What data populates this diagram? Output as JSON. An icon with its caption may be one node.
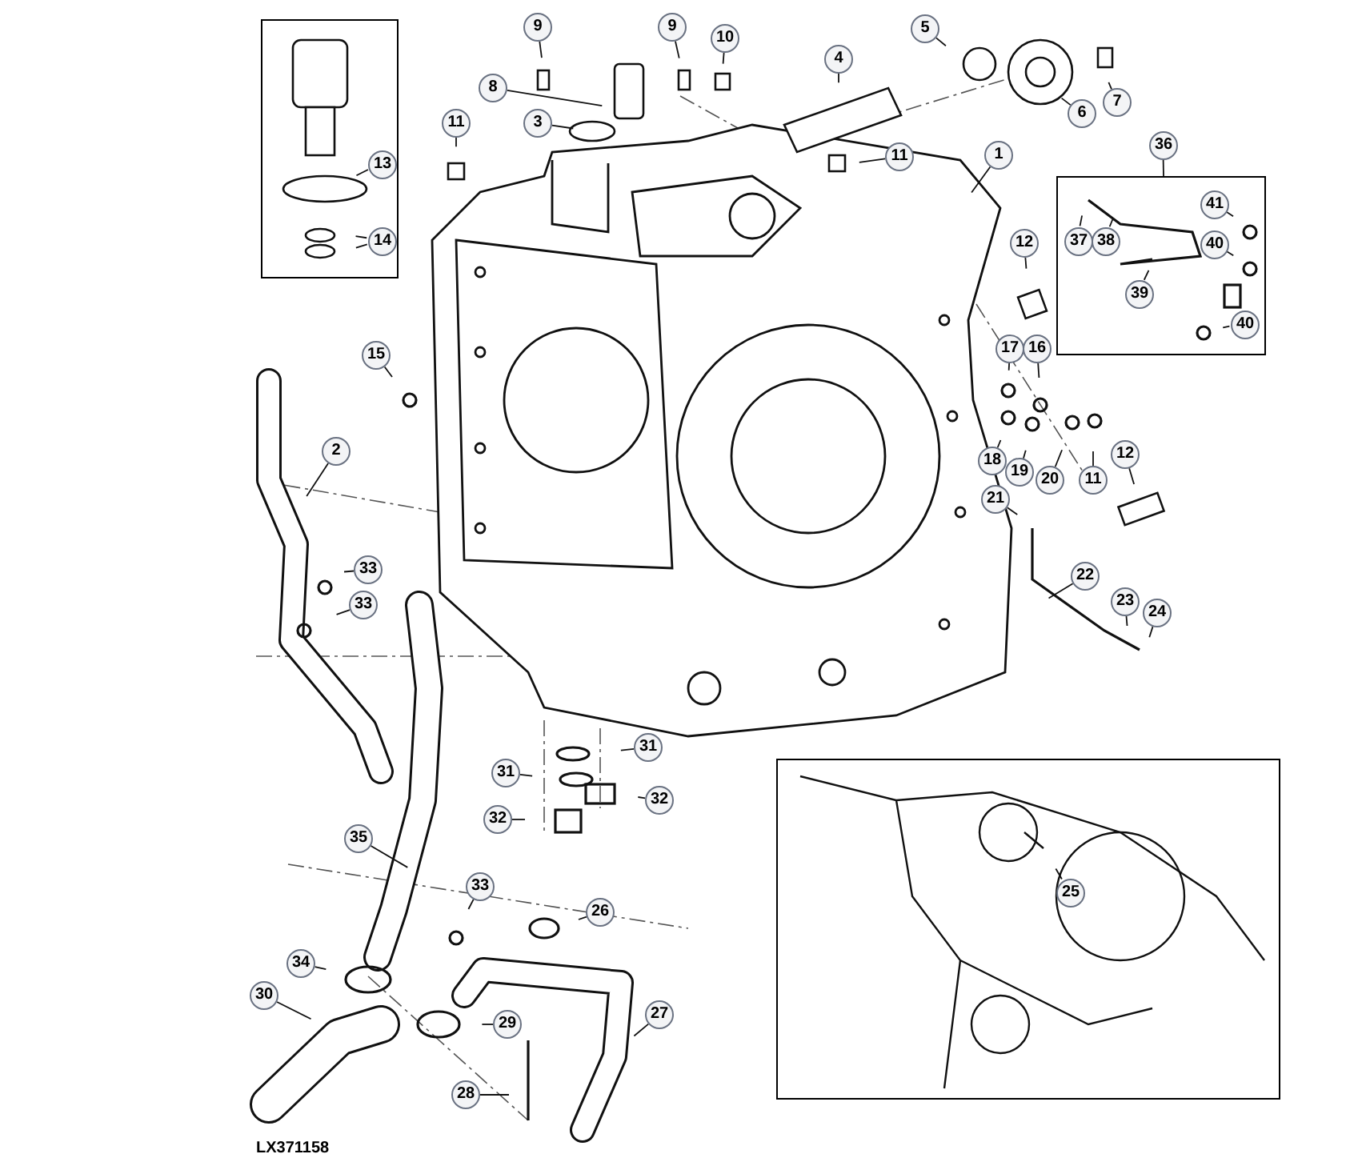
{
  "diagram": {
    "nodes": [
      {
        "text": [],
        "shape": "box"
      },
      {
        "text": [
          "13"
        ],
        "in": 0
      },
      {
        "text": [
          "14"
        ],
        "in": 0
      },
      {
        "text": [
          "9"
        ]
      },
      {
        "text": [
          "9"
        ]
      },
      {
        "text": [
          "10"
        ]
      },
      {
        "text": [
          "5"
        ]
      },
      {
        "text": [
          "4"
        ]
      },
      {
        "text": [
          "8"
        ]
      },
      {
        "text": [
          "6"
        ]
      },
      {
        "text": [
          "7"
        ]
      },
      {
        "text": [
          "3"
        ]
      },
      {
        "text": [
          "11"
        ]
      },
      {
        "text": [
          "11"
        ]
      },
      {
        "text": [
          "1"
        ]
      },
      {
        "text": [
          "36"
        ]
      },
      {
        "text": [],
        "shape": "box"
      },
      {
        "text": [
          "41"
        ],
        "in": 16
      },
      {
        "text": [
          "37"
        ],
        "in": 16
      },
      {
        "text": [
          "38"
        ],
        "in": 16
      },
      {
        "text": [
          "40"
        ],
        "in": 16
      },
      {
        "text": [
          "12"
        ]
      },
      {
        "text": [
          "39"
        ],
        "in": 16
      },
      {
        "text": [
          "40"
        ],
        "in": 16
      },
      {
        "text": [
          "15"
        ]
      },
      {
        "text": [
          "17"
        ]
      },
      {
        "text": [
          "16"
        ]
      },
      {
        "text": [
          "2"
        ]
      },
      {
        "text": [
          "18"
        ]
      },
      {
        "text": [
          "12"
        ]
      },
      {
        "text": [
          "19"
        ]
      },
      {
        "text": [
          "20"
        ]
      },
      {
        "text": [
          "11"
        ]
      },
      {
        "text": [
          "21"
        ]
      },
      {
        "text": [
          "33"
        ]
      },
      {
        "text": [
          "22"
        ]
      },
      {
        "text": [
          "23"
        ]
      },
      {
        "text": [
          "33"
        ]
      },
      {
        "text": [
          "24"
        ]
      },
      {
        "text": [
          "31"
        ]
      },
      {
        "text": [],
        "shape": "box"
      },
      {
        "text": [
          "31"
        ]
      },
      {
        "text": [
          "32"
        ]
      },
      {
        "text": [
          "32"
        ]
      },
      {
        "text": [
          "35"
        ]
      },
      {
        "text": [
          "33"
        ]
      },
      {
        "text": [
          "25"
        ],
        "in": 40
      },
      {
        "text": [
          "26"
        ]
      },
      {
        "text": [
          "34"
        ]
      },
      {
        "text": [
          "30"
        ]
      },
      {
        "text": [
          "27"
        ]
      },
      {
        "text": [
          "29"
        ]
      },
      {
        "text": [
          "28"
        ]
      }
    ],
    "edges": [
      {
        "from": 1,
        "to": null,
        "arrow": "none"
      },
      {
        "from": 2,
        "to": null,
        "arrow": "none"
      },
      {
        "from": 2,
        "to": null,
        "arrow": "none"
      },
      {
        "from": 3,
        "to": null,
        "arrow": "none"
      },
      {
        "from": 4,
        "to": null,
        "arrow": "none"
      },
      {
        "from": 5,
        "to": null,
        "arrow": "none"
      },
      {
        "from": 6,
        "to": null,
        "arrow": "none"
      },
      {
        "from": 7,
        "to": null,
        "arrow": "none"
      },
      {
        "from": 8,
        "to": null,
        "arrow": "none"
      },
      {
        "from": 9,
        "to": null,
        "arrow": "none"
      },
      {
        "from": 10,
        "to": null,
        "arrow": "none"
      },
      {
        "from": 11,
        "to": null,
        "arrow": "none"
      },
      {
        "from": 12,
        "to": null,
        "arrow": "none"
      },
      {
        "from": 13,
        "to": null,
        "arrow": "none"
      },
      {
        "from": 14,
        "to": null,
        "arrow": "none"
      },
      {
        "from": 15,
        "to": 16,
        "arrow": "none"
      },
      {
        "from": 17,
        "to": null,
        "arrow": "none"
      },
      {
        "from": 18,
        "to": null,
        "arrow": "none"
      },
      {
        "from": 19,
        "to": null,
        "arrow": "none"
      },
      {
        "from": 20,
        "to": null,
        "arrow": "none"
      },
      {
        "from": 21,
        "to": null,
        "arrow": "none"
      },
      {
        "from": 22,
        "to": null,
        "arrow": "none"
      },
      {
        "from": 23,
        "to": null,
        "arrow": "none"
      },
      {
        "from": 24,
        "to": null,
        "arrow": "none"
      },
      {
        "from": 25,
        "to": null,
        "arrow": "none"
      },
      {
        "from": 26,
        "to": null,
        "arrow": "none"
      },
      {
        "from": 27,
        "to": null,
        "arrow": "none"
      },
      {
        "from": 28,
        "to": null,
        "arrow": "none"
      },
      {
        "from": 29,
        "to": null,
        "arrow": "none"
      },
      {
        "from": 30,
        "to": null,
        "arrow": "none"
      },
      {
        "from": 31,
        "to": null,
        "arrow": "none"
      },
      {
        "from": 32,
        "to": null,
        "arrow": "none"
      },
      {
        "from": 33,
        "to": null,
        "arrow": "none"
      },
      {
        "from": 34,
        "to": null,
        "arrow": "none"
      },
      {
        "from": 35,
        "to": null,
        "arrow": "none"
      },
      {
        "from": 36,
        "to": null,
        "arrow": "none"
      },
      {
        "from": 37,
        "to": null,
        "arrow": "none"
      },
      {
        "from": 38,
        "to": null,
        "arrow": "none"
      },
      {
        "from": 39,
        "to": null,
        "arrow": "none"
      },
      {
        "from": 41,
        "to": null,
        "arrow": "none"
      },
      {
        "from": 42,
        "to": null,
        "arrow": "none"
      },
      {
        "from": 43,
        "to": null,
        "arrow": "none"
      },
      {
        "from": 44,
        "to": null,
        "arrow": "none"
      },
      {
        "from": 45,
        "to": null,
        "arrow": "none"
      },
      {
        "from": 46,
        "to": null,
        "arrow": "none"
      },
      {
        "from": 47,
        "to": null,
        "arrow": "none"
      },
      {
        "from": 48,
        "to": null,
        "arrow": "none"
      },
      {
        "from": 49,
        "to": null,
        "arrow": "none"
      },
      {
        "from": 50,
        "to": null,
        "arrow": "none"
      },
      {
        "from": 51,
        "to": null,
        "arrow": "none"
      },
      {
        "from": 52,
        "to": null,
        "arrow": "none"
      }
    ],
    "labels": [
      "LX371158"
    ]
  }
}
